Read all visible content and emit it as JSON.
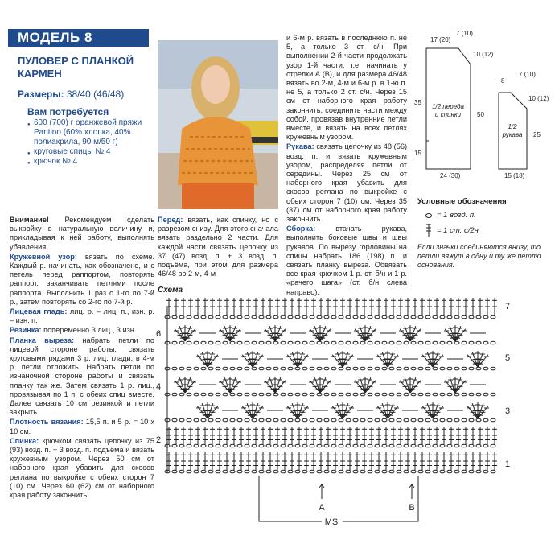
{
  "header": {
    "model": "МОДЕЛЬ 8"
  },
  "title": {
    "line1": "ПУЛОВЕР С ПЛАНКОЙ",
    "line2": "КАРМЕН"
  },
  "sizes": {
    "label": "Размеры:",
    "value": "38/40 (46/48)"
  },
  "materials": {
    "heading": "Вам потребуется",
    "items": [
      "600 (700) г оранжевой пряжи Pantino (60% хлопка, 40% полиакрила, 90 м/50 г)",
      "круговые спицы № 4",
      "крючок № 4"
    ]
  },
  "col1": {
    "attention_label": "Внимание!",
    "attention_text": " Рекомендуем сделать выкройку в натуральную величину и, прикладывая к ней работу, выполнять убавления.",
    "lace_label": "Кружевной узор:",
    "lace_text": " вязать по схеме. Каждый р. начинать, как обозначено, и с петель перед раппортом, повторять раппорт, заканчивать петлями после раппорта. Выполнить 1 раз с 1-го по 7-й р., затем повторять со 2-го по 7-й р.",
    "stockinette_label": "Лицевая гладь:",
    "stockinette_text": " лиц. р. – лиц. п., изн. р. – изн. п.",
    "rib_label": "Резинка:",
    "rib_text": " попеременно 3 лиц., 3 изн.",
    "placket_label": "Планка выреза:",
    "placket_text": " набрать петли по лицевой стороне работы, связать круговыми рядами 3 р. лиц. глади, в 4-м р. петли отложить. Набрать петли по изнаночной стороне работы и связать планку так же. Затем связать 1 р. лиц., провязывая по 1 п. с обеих спиц вместе. Далее связать 10 см резинкой и петли закрыть.",
    "gauge_label": "Плотность вязания:",
    "gauge_text": " 15,5 п. и 5 р. = 10 х 10 см.",
    "back_label": "Спинка:",
    "back_text": " крючком связать цепочку из 75 (93) возд. п. + 3 возд. п. подъёма и вязать кружевным узором. Через 50 см от наборного края убавить для скосов реглана по выкройке с обеих сторон 7 (10) см. Через 60 (62) см от наборного края работу закончить."
  },
  "col2": {
    "front_label": "Перед:",
    "front_text": " вязать, как спинку, но с разрезом снизу. Для этого сначала вязать раздельно 2 части. Для каждой части связать цепочку из 37 (47) возд. п. + 3 возд. п. подъёма, при этом для размера 46/48 во 2-м, 4-м"
  },
  "col3": {
    "cont_text": "и 6-м р. вязать в последнюю п. не 5, а только 3 ст. с/н. При выполнении 2-й части продолжать узор 1-й части, т.е. начинать у стрелки А (В), и для размера 46/48 вязать во 2-м, 4-м и 6-м р. в 1-ю п. не 5, а только 2 ст. с/н. Через 15 см от наборного края работу закончить, соединить части между собой, провязав внутренние петли вместе, и вязать на всех петлях кружевным узором.",
    "sleeves_label": "Рукава:",
    "sleeves_text": " связать цепочку из 48 (56) возд. п. и вязать кружевным узором, распределяя петли от середины. Через 25 см от наборного края убавить для скосов реглана по выкройке с обеих сторон 7 (10) см. Через 35 (37) см от наборного края работу закончить.",
    "assembly_label": "Сборка:",
    "assembly_text": " втачать рукава, выполнить боковые швы и швы рукавов. По вырезу горловины на спицы набрать 186 (198) п. и связать планку выреза. Обвязать все края крючком 1 р. ст. б/н и 1 р. «рачего шага» (ст. б/н слева направо)."
  },
  "pattern": {
    "front_label1": "1/2 переда",
    "front_label2": "и спинки",
    "sleeve_label1": "1/2",
    "sleeve_label2": "рукава",
    "dims": {
      "top_17_20": "17 (20)",
      "top_7_10_a": "7 (10)",
      "side_10_12_a": "10 (12)",
      "left_35": "35",
      "left_15": "15",
      "right_50": "50",
      "bottom_24_30": "24 (30)",
      "top_8": "8",
      "top_7_10_b": "7 (10)",
      "side_10_12_b": "10 (12)",
      "right_25": "25",
      "bottom_15_18": "15 (18)"
    }
  },
  "legend": {
    "heading": "Условные обозначения",
    "chain": "= 1 возд. п.",
    "dc": "= 1 ст. с/2н",
    "note": "Если значки соединяются внизу, то петли вяжут в одну и ту же петлю основания."
  },
  "scheme": {
    "label": "Схема",
    "rows_right": [
      "7",
      "5",
      "3",
      "1"
    ],
    "rows_left": [
      "6",
      "4",
      "2"
    ],
    "arrow_a": "A",
    "arrow_b": "B",
    "ms": "MS"
  },
  "colors": {
    "brand": "#1f4a8e",
    "sweater": "#e8953a"
  }
}
